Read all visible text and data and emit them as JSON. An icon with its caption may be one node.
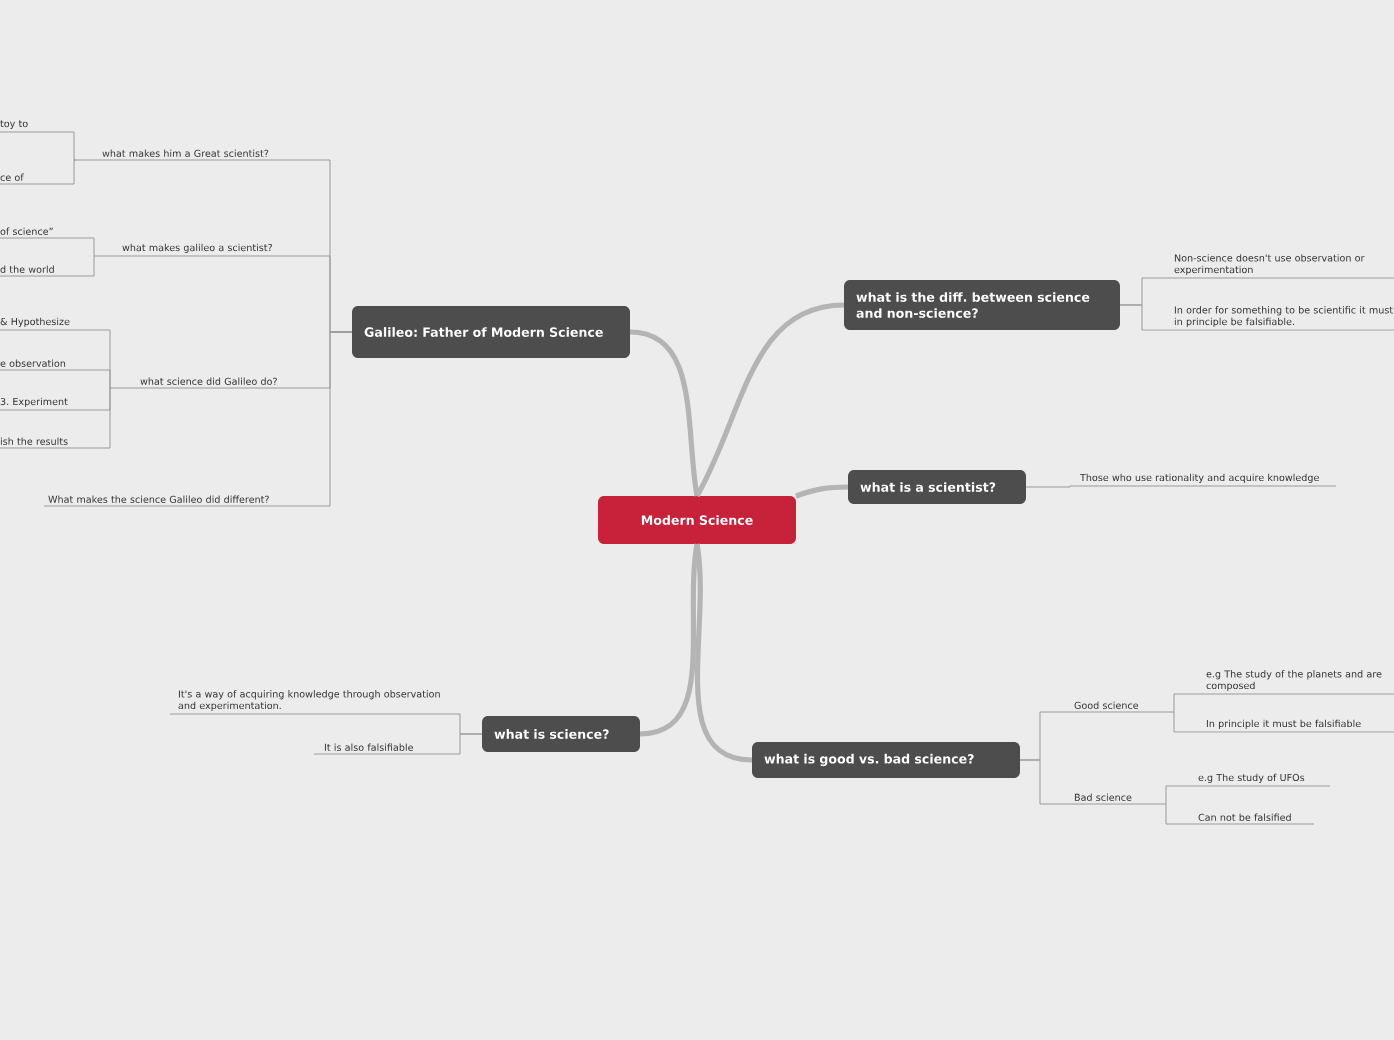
{
  "diagram": {
    "nodes": [
      {
        "text": [
          "Modern Science"
        ]
      },
      {
        "text": [
          "Galileo: Father of Modern Science"
        ]
      },
      {
        "text": [
          "what is the diff. between science and non-science?"
        ]
      },
      {
        "text": [
          "what is a scientist?"
        ]
      },
      {
        "text": [
          "what is science?"
        ]
      },
      {
        "text": [
          "what is good vs. bad science?"
        ]
      },
      {
        "text": [
          "what makes him a Great scientist?"
        ]
      },
      {
        "text": [
          "what makes  galileo a scientist?"
        ]
      },
      {
        "text": [
          "what science did Galileo do?"
        ]
      },
      {
        "text": [
          "What makes the science Galileo did different?"
        ]
      },
      {
        "text": [
          "toy to"
        ]
      },
      {
        "text": [
          "ce of"
        ]
      },
      {
        "text": [
          "of science”"
        ]
      },
      {
        "text": [
          "d the world"
        ]
      },
      {
        "text": [
          "& Hypothesize"
        ]
      },
      {
        "text": [
          "e observation"
        ]
      },
      {
        "text": [
          "3. Experiment"
        ]
      },
      {
        "text": [
          "ish the results"
        ]
      },
      {
        "text": [
          "Non-science doesn't use observation or experimentation"
        ]
      },
      {
        "text": [
          "In order for something to be scientific it must in principle be falsifiable."
        ]
      },
      {
        "text": [
          "Those who use rationality and acquire knowledge"
        ]
      },
      {
        "text": [
          "It's a way of acquiring knowledge through observation and experimentation."
        ]
      },
      {
        "text": [
          "It is also falsifiable"
        ]
      },
      {
        "text": [
          "Good science"
        ]
      },
      {
        "text": [
          "Bad science"
        ]
      },
      {
        "text": [
          "e.g The study of the planets and are composed"
        ]
      },
      {
        "text": [
          "In principle it must be falsifiable"
        ]
      },
      {
        "text": [
          "e.g The study of UFOs"
        ]
      },
      {
        "text": [
          "Can not be falsified"
        ]
      }
    ],
    "edges": [
      {
        "from": 0,
        "to": 1,
        "arrow": "none",
        "style": "thick"
      },
      {
        "from": 0,
        "to": 2,
        "arrow": "none",
        "style": "thick"
      },
      {
        "from": 0,
        "to": 3,
        "arrow": "none",
        "style": "thick"
      },
      {
        "from": 0,
        "to": 4,
        "arrow": "none",
        "style": "thick"
      },
      {
        "from": 0,
        "to": 5,
        "arrow": "none",
        "style": "thick"
      },
      {
        "from": 1,
        "to": 6,
        "arrow": "none"
      },
      {
        "from": 1,
        "to": 7,
        "arrow": "none"
      },
      {
        "from": 1,
        "to": 8,
        "arrow": "none"
      },
      {
        "from": 1,
        "to": 9,
        "arrow": "none"
      },
      {
        "from": 6,
        "to": 10,
        "arrow": "none"
      },
      {
        "from": 6,
        "to": 11,
        "arrow": "none"
      },
      {
        "from": 7,
        "to": 12,
        "arrow": "none"
      },
      {
        "from": 7,
        "to": 13,
        "arrow": "none"
      },
      {
        "from": 8,
        "to": 14,
        "arrow": "none"
      },
      {
        "from": 8,
        "to": 15,
        "arrow": "none"
      },
      {
        "from": 8,
        "to": 16,
        "arrow": "none"
      },
      {
        "from": 8,
        "to": 17,
        "arrow": "none"
      },
      {
        "from": 2,
        "to": 18,
        "arrow": "none"
      },
      {
        "from": 2,
        "to": 19,
        "arrow": "none"
      },
      {
        "from": 3,
        "to": 20,
        "arrow": "none"
      },
      {
        "from": 4,
        "to": 21,
        "arrow": "none"
      },
      {
        "from": 4,
        "to": 22,
        "arrow": "none"
      },
      {
        "from": 5,
        "to": 23,
        "arrow": "none"
      },
      {
        "from": 5,
        "to": 24,
        "arrow": "none"
      },
      {
        "from": 23,
        "to": 25,
        "arrow": "none"
      },
      {
        "from": 23,
        "to": 26,
        "arrow": "none"
      },
      {
        "from": 24,
        "to": 27,
        "arrow": "none"
      },
      {
        "from": 24,
        "to": 28,
        "arrow": "none"
      }
    ]
  }
}
